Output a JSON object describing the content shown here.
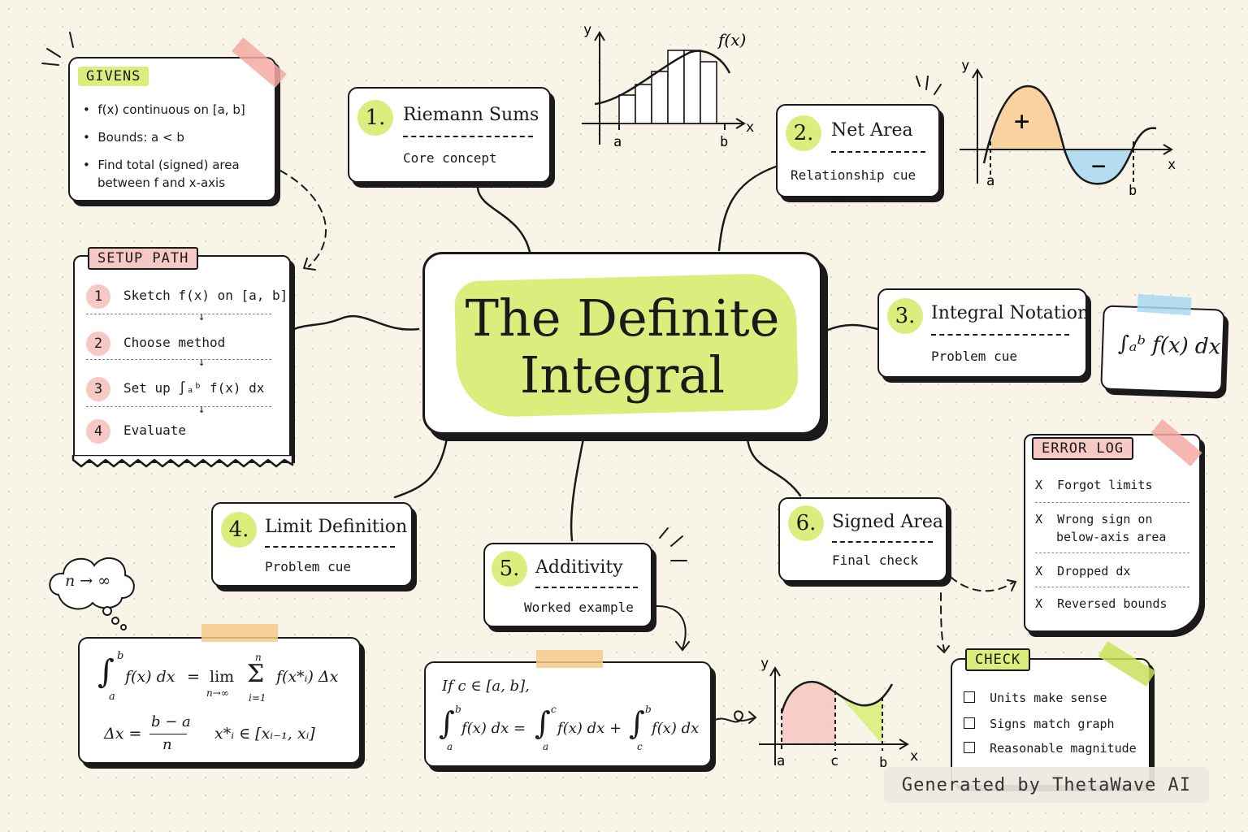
{
  "center": {
    "line1": "The Definite",
    "line2": "Integral"
  },
  "givens": {
    "tag": "GIVENS",
    "items": [
      "f(x) continuous on [a, b]",
      "Bounds: a < b",
      "Find total (signed) area",
      "between f and x-axis"
    ]
  },
  "setup": {
    "tag": "SETUP PATH",
    "steps": [
      {
        "num": "1",
        "text": "Sketch f(x) on [a, b]"
      },
      {
        "num": "2",
        "text": "Choose method"
      },
      {
        "num": "3",
        "text": "Set up ∫ₐᵇ f(x) dx"
      },
      {
        "num": "4",
        "text": "Evaluate"
      }
    ]
  },
  "nodes": [
    {
      "num": "1.",
      "title": "Riemann Sums",
      "sub": "Core concept"
    },
    {
      "num": "2.",
      "title": "Net Area",
      "sub": "Relationship cue"
    },
    {
      "num": "3.",
      "title": "Integral Notation",
      "sub": "Problem cue"
    },
    {
      "num": "4.",
      "title": "Limit Definition",
      "sub": "Problem cue"
    },
    {
      "num": "5.",
      "title": "Additivity",
      "sub": "Worked example"
    },
    {
      "num": "6.",
      "title": "Signed Area",
      "sub": "Final check"
    }
  ],
  "riemann_graph": {
    "y": "y",
    "x": "x",
    "func": "f(x)",
    "a": "a",
    "b": "b"
  },
  "netarea_graph": {
    "y": "y",
    "x": "x",
    "plus": "+",
    "minus": "−",
    "a": "a",
    "b": "b"
  },
  "notation_card": {
    "formula": "∫ₐᵇ f(x) dx"
  },
  "error_log": {
    "tag": "ERROR LOG",
    "items": [
      "Forgot limits",
      "Wrong sign on",
      "below-axis area",
      "Dropped dx",
      "Reversed bounds"
    ],
    "mark": "X"
  },
  "check": {
    "tag": "CHECK",
    "items": [
      "Units make sense",
      "Signs match graph",
      "Reasonable magnitude"
    ]
  },
  "limit": {
    "cloud": "n → ∞",
    "lhs": "f(x) dx",
    "eq": "=",
    "lim": "lim",
    "lim_sub": "n→∞",
    "sum_top": "n",
    "sum_bot": "i=1",
    "sum_term": "f(x*ᵢ) Δx",
    "dx_lhs": "Δx =",
    "frac_top": "b − a",
    "frac_bot": "n",
    "xi": "x*ᵢ ∈ [xᵢ₋₁, xᵢ]",
    "int_top": "b",
    "int_bot": "a"
  },
  "additivity": {
    "cond": "If c ∈ [a, b],",
    "t1": "f(x) dx =",
    "t2": "f(x) dx +",
    "t3": "f(x) dx",
    "lim1_top": "b",
    "lim1_bot": "a",
    "lim2_top": "c",
    "lim2_bot": "a",
    "lim3_top": "b",
    "lim3_bot": "c"
  },
  "add_graph": {
    "y": "y",
    "x": "x",
    "a": "a",
    "c": "c",
    "b": "b"
  },
  "watermark": "Generated by ThetaWave AI",
  "colors": {
    "lime": "#d9ee7c",
    "pink": "#f6c9c4",
    "orange": "#f7c98c",
    "blue": "#a9d8f2"
  }
}
